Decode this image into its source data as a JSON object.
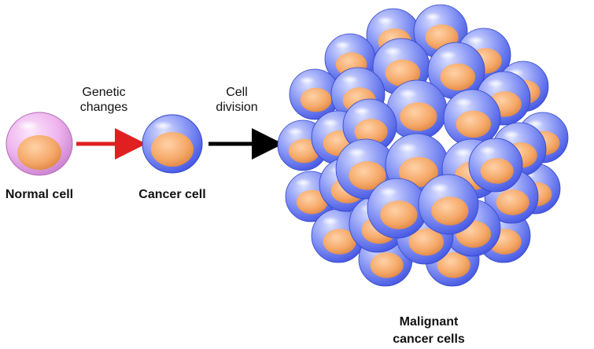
{
  "labels": {
    "normal_cell": "Normal cell",
    "cancer_cell": "Cancer cell",
    "malignant_line1": "Malignant",
    "malignant_line2": "cancer cells"
  },
  "arrows": {
    "genetic_line1": "Genetic",
    "genetic_line2": "changes",
    "division_line1": "Cell",
    "division_line2": "division"
  },
  "colors": {
    "normal_membrane": "#e9a6ea",
    "cancer_membrane": "#5a6ff0",
    "nucleus": "#f5a868",
    "arrow_genetic": "#e02020",
    "arrow_division": "#000000"
  }
}
